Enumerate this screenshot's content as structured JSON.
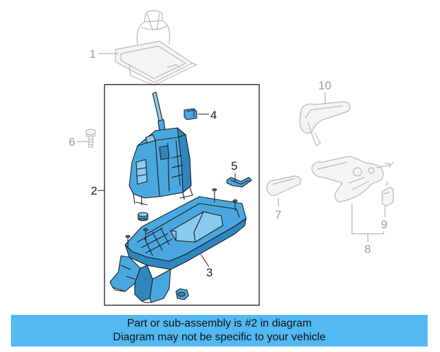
{
  "colors": {
    "part_blue": "#4aa8e0",
    "banner_bg": "#52b9f2",
    "ghost_gray": "#b8b8b8"
  },
  "callouts": [
    {
      "id": "1",
      "label": "1"
    },
    {
      "id": "2",
      "label": "2"
    },
    {
      "id": "3",
      "label": "3"
    },
    {
      "id": "4",
      "label": "4"
    },
    {
      "id": "5",
      "label": "5"
    },
    {
      "id": "6",
      "label": "6"
    },
    {
      "id": "7",
      "label": "7"
    },
    {
      "id": "8",
      "label": "8"
    },
    {
      "id": "9",
      "label": "9"
    },
    {
      "id": "10",
      "label": "10"
    }
  ],
  "banner": {
    "line1": "Part or sub-assembly is #2 in diagram",
    "line2": "Diagram may not be specific to your vehicle"
  }
}
